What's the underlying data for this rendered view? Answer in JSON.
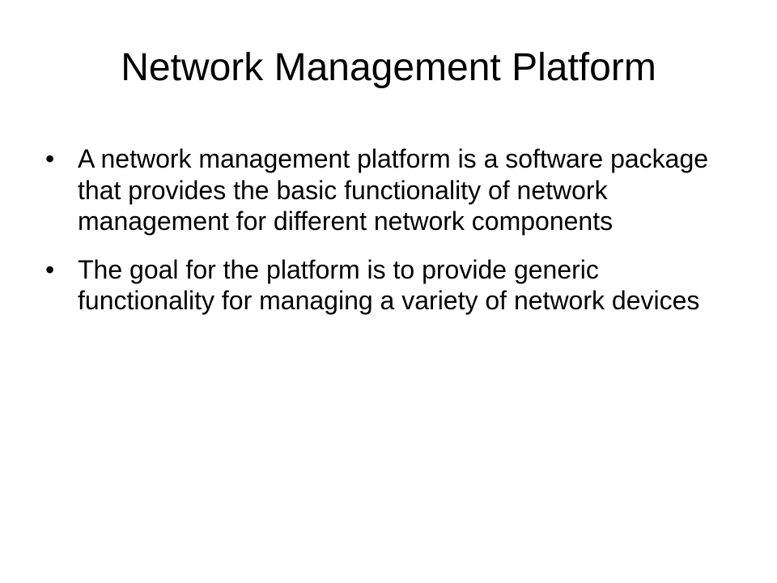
{
  "slide": {
    "title": "Network Management Platform",
    "bullet_symbol": "•",
    "bullets": [
      {
        "text": "A network management platform is a software package that provides the basic functionality of network management for different network components"
      },
      {
        "text": "The goal for the platform is to provide generic functionality for managing a variety of network devices"
      }
    ]
  },
  "colors": {
    "background": "#ffffff",
    "text": "#000000"
  }
}
